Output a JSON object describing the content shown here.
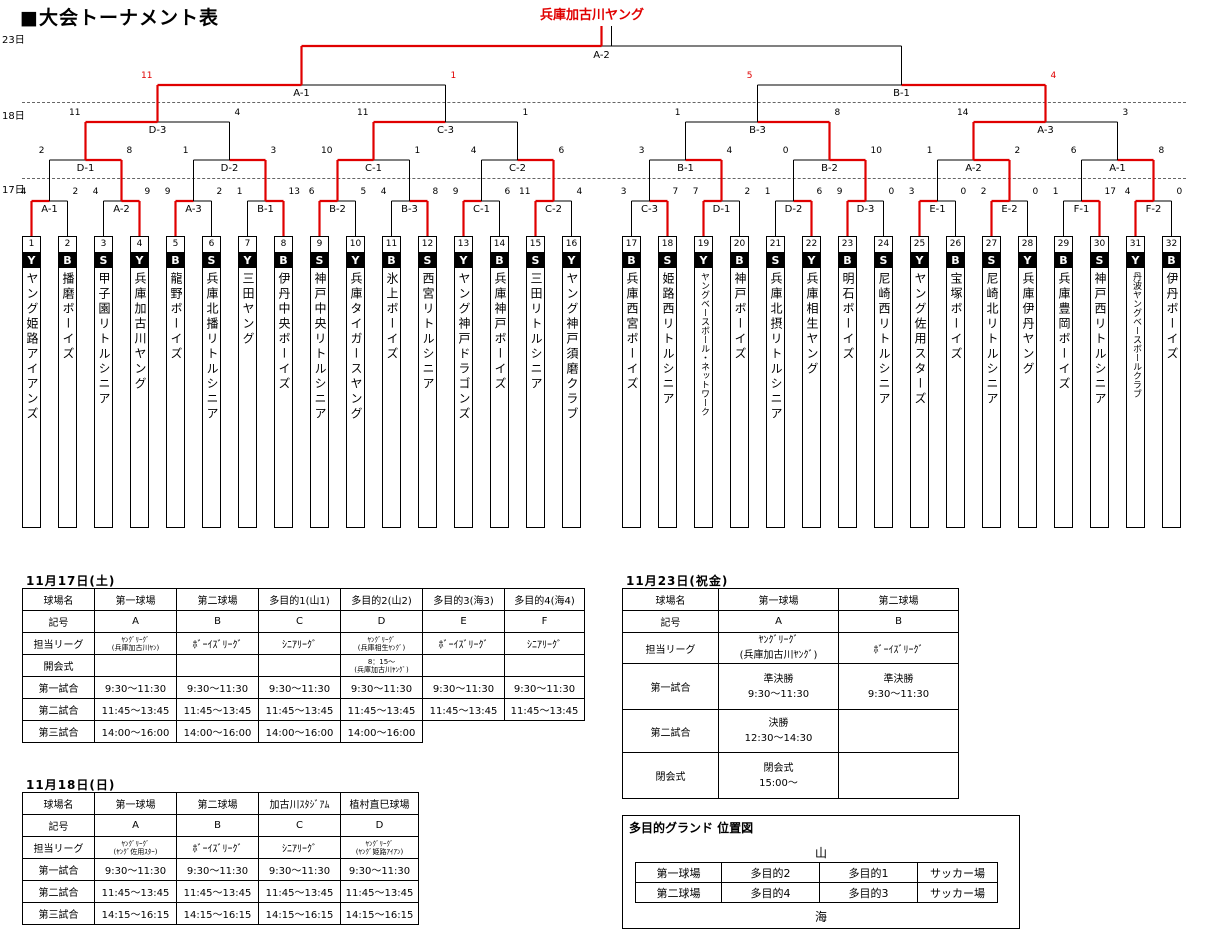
{
  "title": "■大会トーナメント表",
  "champion": "兵庫加古川ヤング",
  "days": {
    "d23": "23日",
    "d18": "18日",
    "d17": "17日"
  },
  "teams": [
    {
      "seed": "1",
      "league": "Y",
      "name": "ヤング姫路アイアンズ"
    },
    {
      "seed": "2",
      "league": "B",
      "name": "播磨ボーイズ"
    },
    {
      "seed": "3",
      "league": "S",
      "name": "甲子園リトルシニア"
    },
    {
      "seed": "4",
      "league": "Y",
      "name": "兵庫加古川ヤング"
    },
    {
      "seed": "5",
      "league": "B",
      "name": "龍野ボーイズ"
    },
    {
      "seed": "6",
      "league": "S",
      "name": "兵庫北播リトルシニア"
    },
    {
      "seed": "7",
      "league": "Y",
      "name": "三田ヤング"
    },
    {
      "seed": "8",
      "league": "B",
      "name": "伊丹中央ボーイズ"
    },
    {
      "seed": "9",
      "league": "S",
      "name": "神戸中央リトルシニア"
    },
    {
      "seed": "10",
      "league": "Y",
      "name": "兵庫タイガースヤング"
    },
    {
      "seed": "11",
      "league": "B",
      "name": "氷上ボーイズ"
    },
    {
      "seed": "12",
      "league": "S",
      "name": "西宮リトルシニア"
    },
    {
      "seed": "13",
      "league": "Y",
      "name": "ヤング神戸ドラゴンズ"
    },
    {
      "seed": "14",
      "league": "B",
      "name": "兵庫神戸ボーイズ"
    },
    {
      "seed": "15",
      "league": "S",
      "name": "三田リトルシニア"
    },
    {
      "seed": "16",
      "league": "Y",
      "name": "ヤング神戸須磨クラブ"
    },
    {
      "seed": "17",
      "league": "B",
      "name": "兵庫西宮ボーイズ"
    },
    {
      "seed": "18",
      "league": "S",
      "name": "姫路西リトルシニア"
    },
    {
      "seed": "19",
      "league": "Y",
      "name": "ヤングベースボール・ネットワーク"
    },
    {
      "seed": "20",
      "league": "B",
      "name": "神戸ボーイズ"
    },
    {
      "seed": "21",
      "league": "S",
      "name": "兵庫北摂リトルシニア"
    },
    {
      "seed": "22",
      "league": "Y",
      "name": "兵庫相生ヤング"
    },
    {
      "seed": "23",
      "league": "B",
      "name": "明石ボーイズ"
    },
    {
      "seed": "24",
      "league": "S",
      "name": "尼崎西リトルシニア"
    },
    {
      "seed": "25",
      "league": "Y",
      "name": "ヤング佐用スターズ"
    },
    {
      "seed": "26",
      "league": "B",
      "name": "宝塚ボーイズ"
    },
    {
      "seed": "27",
      "league": "S",
      "name": "尼崎北リトルシニア"
    },
    {
      "seed": "28",
      "league": "Y",
      "name": "兵庫伊丹ヤング"
    },
    {
      "seed": "29",
      "league": "B",
      "name": "兵庫豊岡ボーイズ"
    },
    {
      "seed": "30",
      "league": "S",
      "name": "神戸西リトルシニア"
    },
    {
      "seed": "31",
      "league": "Y",
      "name": "丹波ヤングベースボールクラブ"
    },
    {
      "seed": "32",
      "league": "B",
      "name": "伊丹ボーイズ"
    }
  ],
  "matches": {
    "r1": [
      {
        "code": "A-1",
        "s1": "4",
        "s2": "2",
        "winner": 0
      },
      {
        "code": "A-2",
        "s1": "4",
        "s2": "9",
        "winner": 1
      },
      {
        "code": "A-3",
        "s1": "9",
        "s2": "2",
        "winner": 0
      },
      {
        "code": "B-1",
        "s1": "1",
        "s2": "13",
        "winner": 1
      },
      {
        "code": "B-2",
        "s1": "6",
        "s2": "5",
        "winner": 0
      },
      {
        "code": "B-3",
        "s1": "4",
        "s2": "8",
        "winner": 1
      },
      {
        "code": "C-1",
        "s1": "9",
        "s2": "6",
        "winner": 0
      },
      {
        "code": "C-2",
        "s1": "11",
        "s2": "4",
        "winner": 0
      },
      {
        "code": "C-3",
        "s1": "3",
        "s2": "7",
        "winner": 1
      },
      {
        "code": "D-1",
        "s1": "7",
        "s2": "2",
        "winner": 0
      },
      {
        "code": "D-2",
        "s1": "1",
        "s2": "6",
        "winner": 1
      },
      {
        "code": "D-3",
        "s1": "9",
        "s2": "0",
        "winner": 0
      },
      {
        "code": "E-1",
        "s1": "3",
        "s2": "0",
        "winner": 0
      },
      {
        "code": "E-2",
        "s1": "2",
        "s2": "0",
        "winner": 0
      },
      {
        "code": "F-1",
        "s1": "1",
        "s2": "17",
        "winner": 1
      },
      {
        "code": "F-2",
        "s1": "4",
        "s2": "0",
        "winner": 0
      }
    ],
    "r2": [
      {
        "code": "D-1",
        "s1": "2",
        "s2": "8",
        "winner": 1
      },
      {
        "code": "D-2",
        "s1": "1",
        "s2": "3",
        "winner": 1
      },
      {
        "code": "C-1",
        "s1": "10",
        "s2": "1",
        "winner": 0
      },
      {
        "code": "C-2",
        "s1": "4",
        "s2": "6",
        "winner": 1
      },
      {
        "code": "B-1",
        "s1": "3",
        "s2": "4",
        "winner": 1
      },
      {
        "code": "B-2",
        "s1": "0",
        "s2": "10",
        "winner": 1
      },
      {
        "code": "A-2",
        "s1": "1",
        "s2": "2",
        "winner": 1
      },
      {
        "code": "A-1",
        "s1": "6",
        "s2": "8",
        "winner": 1
      }
    ],
    "r3": [
      {
        "code": "D-3",
        "s1": "11",
        "s2": "4",
        "winner": 0
      },
      {
        "code": "C-3",
        "s1": "11",
        "s2": "1",
        "winner": 0
      },
      {
        "code": "B-3",
        "s1": "1",
        "s2": "8",
        "winner": 1
      },
      {
        "code": "A-3",
        "s1": "14",
        "s2": "3",
        "winner": 0
      }
    ],
    "r4": [
      {
        "code": "A-1",
        "s1": "11",
        "s2": "1",
        "winner": 0
      },
      {
        "code": "B-1",
        "s1": "5",
        "s2": "4",
        "winner": 1
      }
    ],
    "final": {
      "code": "A-2",
      "winner": 0
    }
  },
  "colors": {
    "win": "#e00000",
    "line": "#000000"
  },
  "day17": {
    "title": "11月17日(土)",
    "rows": [
      [
        "球場名",
        "第一球場",
        "第二球場",
        "多目的1(山1)",
        "多目的2(山2)",
        "多目的3(海3)",
        "多目的4(海4)"
      ],
      [
        "記号",
        "A",
        "B",
        "C",
        "D",
        "E",
        "F"
      ],
      [
        "担当リーグ",
        "ﾔﾝｸﾞﾘｰｸﾞ\n(兵庫加古川ﾔﾝ)",
        "ﾎﾞｰｲｽﾞﾘｰｸﾞ",
        "ｼﾆｱﾘｰｸﾞ",
        "ﾔﾝｸﾞﾘｰｸﾞ\n(兵庫相生ﾔﾝｸﾞ)",
        "ﾎﾞｰｲｽﾞﾘｰｸﾞ",
        "ｼﾆｱﾘｰｸﾞ"
      ],
      [
        "開会式",
        "",
        "",
        "",
        "8：15～\n(兵庫加古川ﾔﾝｸﾞ)",
        "",
        ""
      ],
      [
        "第一試合",
        "9:30～11:30",
        "9:30～11:30",
        "9:30～11:30",
        "9:30～11:30",
        "9:30～11:30",
        "9:30～11:30"
      ],
      [
        "第二試合",
        "11:45～13:45",
        "11:45～13:45",
        "11:45～13:45",
        "11:45～13:45",
        "11:45～13:45",
        "11:45～13:45"
      ],
      [
        "第三試合",
        "14:00～16:00",
        "14:00～16:00",
        "14:00～16:00",
        "14:00～16:00"
      ]
    ]
  },
  "day18": {
    "title": "11月18日(日)",
    "rows": [
      [
        "球場名",
        "第一球場",
        "第二球場",
        "加古川ｽﾀｼﾞｱﾑ",
        "植村直巳球場"
      ],
      [
        "記号",
        "A",
        "B",
        "C",
        "D"
      ],
      [
        "担当リーグ",
        "ﾔﾝｸﾞﾘｰｸﾞ\n(ﾔﾝｸﾞ佐用ｽﾀｰ)",
        "ﾎﾞｰｲｽﾞﾘｰｸﾞ",
        "ｼﾆｱﾘｰｸﾞ",
        "ﾔﾝｸﾞﾘｰｸﾞ\n(ﾔﾝｸﾞ姫路ｱｲｱﾝ)"
      ],
      [
        "第一試合",
        "9:30～11:30",
        "9:30～11:30",
        "9:30～11:30",
        "9:30～11:30"
      ],
      [
        "第二試合",
        "11:45～13:45",
        "11:45～13:45",
        "11:45～13:45",
        "11:45～13:45"
      ],
      [
        "第三試合",
        "14:15～16:15",
        "14:15～16:15",
        "14:15～16:15",
        "14:15～16:15"
      ]
    ]
  },
  "day23": {
    "title": "11月23日(祝金)",
    "rows": [
      [
        "球場名",
        "第一球場",
        "第二球場"
      ],
      [
        "記号",
        "A",
        "B"
      ],
      [
        "担当リーグ",
        "ﾔﾝｸﾞﾘｰｸﾞ\n(兵庫加古川ﾔﾝｸﾞ)",
        "ﾎﾞｰｲｽﾞﾘｰｸﾞ"
      ],
      [
        "第一試合",
        "準決勝\n9:30～11:30",
        "準決勝\n9:30～11:30"
      ],
      [
        "第二試合",
        "決勝\n12:30～14:30",
        ""
      ],
      [
        "閉会式",
        "閉会式\n15:00～",
        ""
      ]
    ]
  },
  "ground_map": {
    "title": "多目的グランド 位置図",
    "north": "山",
    "south": "海",
    "rows": [
      [
        "第一球場",
        "多目的2",
        "多目的1",
        "サッカー場"
      ],
      [
        "第二球場",
        "多目的4",
        "多目的3",
        "サッカー場"
      ]
    ]
  }
}
